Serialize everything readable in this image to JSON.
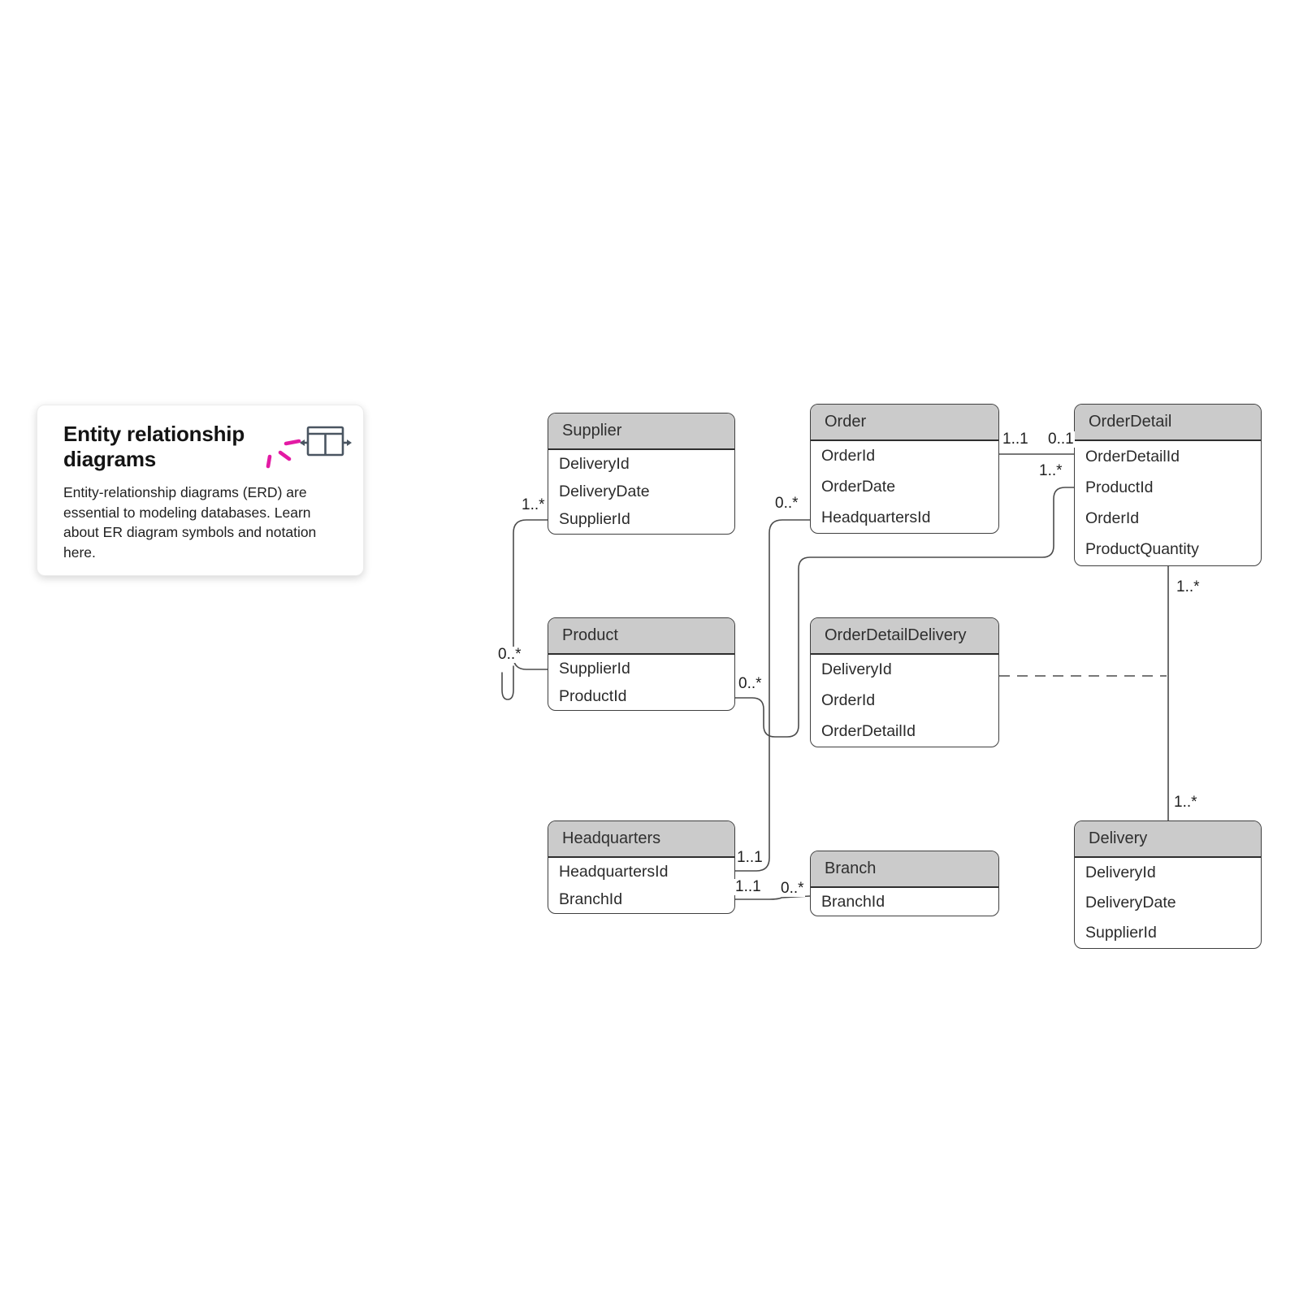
{
  "card": {
    "title_line1": "Entity relationship",
    "title_line2": "diagrams",
    "body": "Entity-relationship diagrams (ERD) are essential to modeling databases. Learn about ER diagram symbols and notation here.",
    "accent_color": "#e31aa4",
    "icon_name": "erd-entity-icon"
  },
  "diagram": {
    "colors": {
      "header_fill": "#cbcbcb",
      "entity_border": "#3f3f3f",
      "line_color": "#4b4b4b"
    },
    "entities": {
      "supplier": {
        "name": "Supplier",
        "fields": [
          "DeliveryId",
          "DeliveryDate",
          "SupplierId"
        ]
      },
      "order": {
        "name": "Order",
        "fields": [
          "OrderId",
          "OrderDate",
          "HeadquartersId"
        ]
      },
      "orderDetail": {
        "name": "OrderDetail",
        "fields": [
          "OrderDetailId",
          "ProductId",
          "OrderId",
          "ProductQuantity"
        ]
      },
      "product": {
        "name": "Product",
        "fields": [
          "SupplierId",
          "ProductId"
        ]
      },
      "orderDetailDelivery": {
        "name": "OrderDetailDelivery",
        "fields": [
          "DeliveryId",
          "OrderId",
          "OrderDetailId"
        ]
      },
      "headquarters": {
        "name": "Headquarters",
        "fields": [
          "HeadquartersId",
          "BranchId"
        ]
      },
      "branch": {
        "name": "Branch",
        "fields": [
          "BranchId"
        ]
      },
      "delivery": {
        "name": "Delivery",
        "fields": [
          "DeliveryId",
          "DeliveryDate",
          "SupplierId"
        ]
      }
    },
    "cardinalities": {
      "supplier_product_supplier_end": "1..*",
      "supplier_product_product_end": "0..*",
      "order_headquarters_order_end": "0..*",
      "order_headquarters_hq_end": "1..1",
      "headquarters_branch_hq_end": "1..1",
      "headquarters_branch_branch_end": "0..*",
      "order_orderdetail_order_end": "1..1",
      "order_orderdetail_detail_end": "0..1",
      "product_orderdetail_product_end": "0..*",
      "product_orderdetail_detail_end": "1..*",
      "orderdetail_delivery_detail_end": "1..*",
      "orderdetail_delivery_delivery_end": "1..*"
    }
  }
}
